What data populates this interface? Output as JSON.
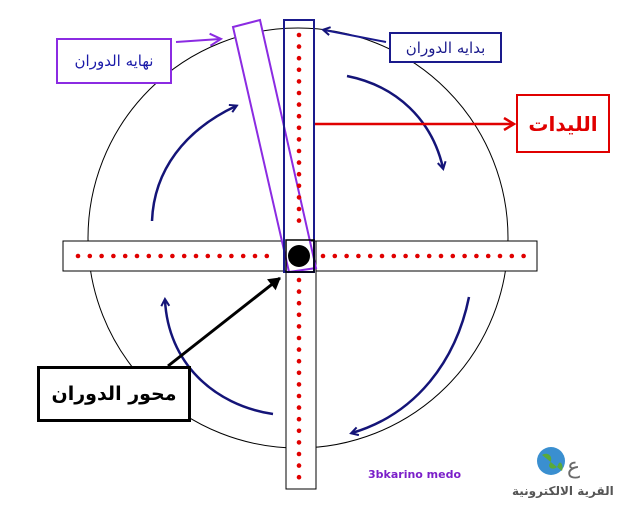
{
  "labels": {
    "rotation_end": "نهايه الدوران",
    "rotation_start": "بدايه الدوران",
    "leds": "الليدات",
    "rotation_axis": "محور الدوران"
  },
  "credit": "3bkarino medo",
  "logo": {
    "text": "القرية الالكترونية"
  },
  "colors": {
    "frame": "#000000",
    "led": "#e00000",
    "end_arm": "#8b2be2",
    "start_arm": "#1a1a8c",
    "rotation_arrows": "#141478",
    "leds_pointer": "#e00000",
    "axis_pointer": "#000000"
  }
}
